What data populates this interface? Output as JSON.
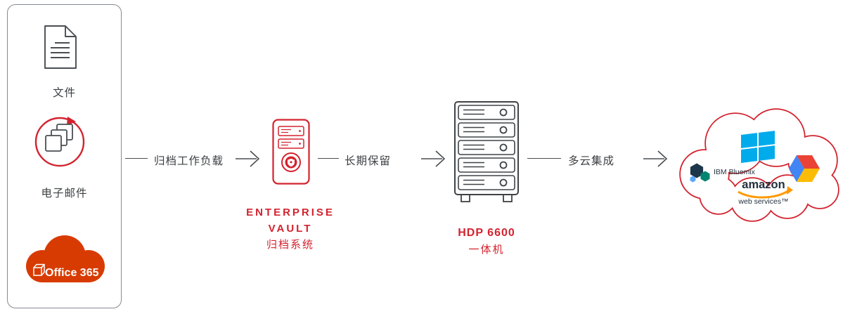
{
  "colors": {
    "accent_red": "#d3232f",
    "office_red": "#d83b01",
    "text_dark": "#3c4043",
    "line_gray": "#4a4e52",
    "ibm_dark": "#1d3649",
    "ibm_teal": "#008571",
    "ibm_light": "#5aaafa",
    "azure_blue": "#00abec",
    "aws_orange": "#ff9900",
    "gcp_blue": "#4285f4",
    "gcp_red": "#ea4335",
    "gcp_yellow": "#fbbc05"
  },
  "source_box": {
    "file_label": "文件",
    "email_label": "电子邮件",
    "office365_label": "Office 365"
  },
  "flow_labels": {
    "step1": "归档工作负载",
    "step2": "长期保留",
    "step3": "多云集成"
  },
  "enterprise_vault": {
    "name_line1": "ENTERPRISE",
    "name_line2": "VAULT",
    "subtitle": "归档系统"
  },
  "hdp_appliance": {
    "model": "HDP 6600",
    "subtitle": "一体机"
  },
  "cloud_providers": {
    "ibm": "IBM Bluemix™",
    "amazon_word": "amazon",
    "amazon_sub": "web services™"
  }
}
